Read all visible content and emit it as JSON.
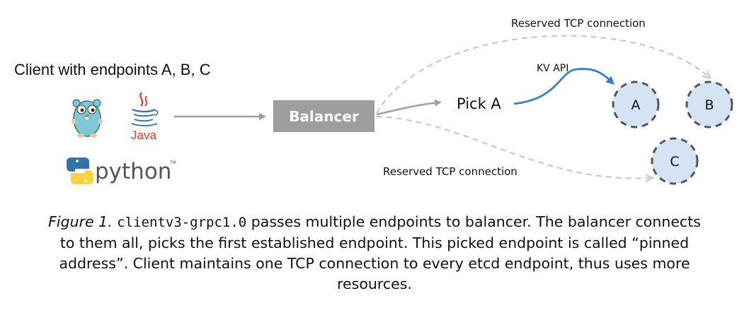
{
  "client": {
    "title": "Client with endpoints A, B, C",
    "java_label": "Java",
    "python_label": "python",
    "python_tm": "TM"
  },
  "balancer": {
    "label": "Balancer"
  },
  "pick": {
    "label": "Pick A"
  },
  "kv_api": {
    "label": "KV API"
  },
  "reserved_top": {
    "label": "Reserved TCP connection"
  },
  "reserved_bottom": {
    "label": "Reserved TCP connection"
  },
  "endpoints": {
    "a": "A",
    "b": "B",
    "c": "C"
  },
  "caption": {
    "lead": "Figure 1.",
    "code": "clientv3-grpc1.0",
    "line1_rest": " passes multiple endpoints to balancer. The balancer connects",
    "line2": "to them all, picks the first established endpoint. This picked endpoint is called “pinned",
    "line3": "address”. Client maintains one TCP connection to every etcd endpoint, thus uses more",
    "line4": "resources."
  },
  "colors": {
    "balancer_box": "#9e9e9e",
    "arrow_gray": "#9e9e9e",
    "dashed_line": "#c8c8c8",
    "kv_api_line": "#3d7cc9",
    "endpoint_fill": "#d4e4f5",
    "endpoint_border": "#555555",
    "java_red": "#d9382e",
    "python_blue": "#3572a5",
    "python_yellow": "#ffd343",
    "gopher_blue": "#7ec8d8"
  }
}
